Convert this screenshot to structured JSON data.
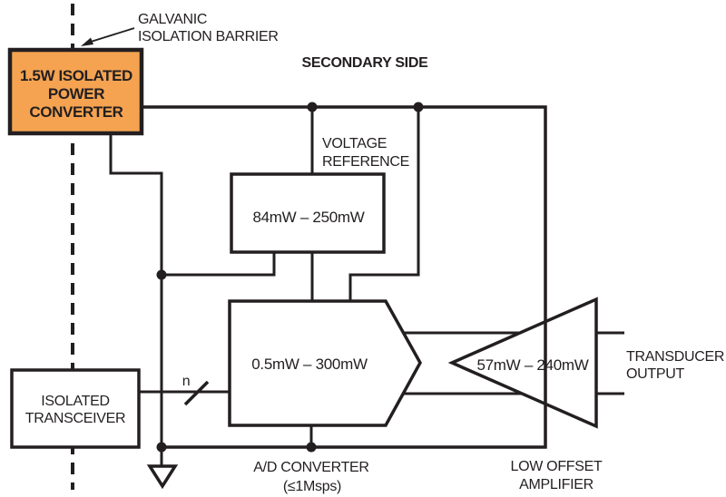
{
  "colors": {
    "line": "#231f20",
    "text": "#231f20",
    "box_fill": "#ffffff",
    "power_converter_fill": "#f5a351"
  },
  "labels": {
    "galvanic_1": "GALVANIC",
    "galvanic_2": "ISOLATION BARRIER",
    "secondary_side": "SECONDARY SIDE",
    "voltage_reference_1": "VOLTAGE",
    "voltage_reference_2": "REFERENCE",
    "adc_1": "A/D CONVERTER",
    "adc_2": "(≤1Msps)",
    "low_offset_1": "LOW OFFSET",
    "low_offset_2": "AMPLIFIER",
    "transducer_1": "TRANSDUCER",
    "transducer_2": "OUTPUT",
    "bus_width": "n"
  },
  "blocks": {
    "power_converter": {
      "line1": "1.5W ISOLATED",
      "line2": "POWER",
      "line3": "CONVERTER"
    },
    "voltage_reference_power": "84mW – 250mW",
    "adc_power": "0.5mW – 300mW",
    "amplifier_power": "57mW – 240mW",
    "transceiver": {
      "line1": "ISOLATED",
      "line2": "TRANSCEIVER"
    }
  }
}
